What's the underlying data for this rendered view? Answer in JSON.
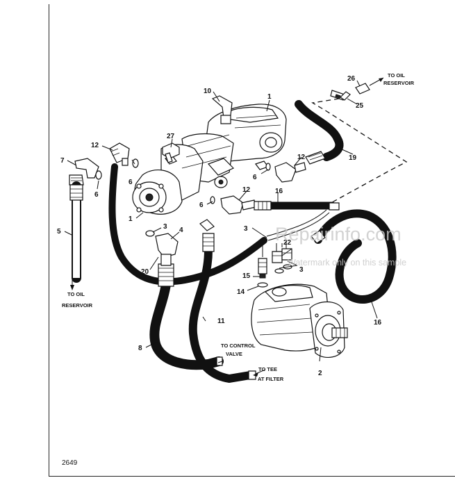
{
  "figure_number": "2649",
  "watermark": {
    "main": "Repairinfo.com",
    "sub": "Watermark only on this sample"
  },
  "notes": {
    "to_oil_reservoir_top_1": "TO OIL",
    "to_oil_reservoir_top_2": "RESERVOIR",
    "to_oil_reservoir_left_1": "TO OIL",
    "to_oil_reservoir_left_2": "RESERVOIR",
    "to_control_valve_1": "TO CONTROL",
    "to_control_valve_2": "VALVE",
    "to_tee_at_filter_1": "TO TEE",
    "to_tee_at_filter_2": "AT FILTER"
  },
  "callouts": {
    "c1_top": "1",
    "c1_left": "1",
    "c2": "2",
    "c3_left": "3",
    "c3_mid": "3",
    "c3_right": "3",
    "c4": "4",
    "c5": "5",
    "c6_a": "6",
    "c6_b": "6",
    "c6_c": "6",
    "c6_d": "6",
    "c7": "7",
    "c8": "8",
    "c10": "10",
    "c11": "11",
    "c12_a": "12",
    "c12_b": "12",
    "c12_c": "12",
    "c14": "14",
    "c15": "15",
    "c16_a": "16",
    "c16_b": "16",
    "c19": "19",
    "c20": "20",
    "c22": "22",
    "c25": "25",
    "c26": "26",
    "c27": "27"
  },
  "colors": {
    "ink": "#111111",
    "paper": "#ffffff",
    "watermark": "#c8c8c8"
  }
}
